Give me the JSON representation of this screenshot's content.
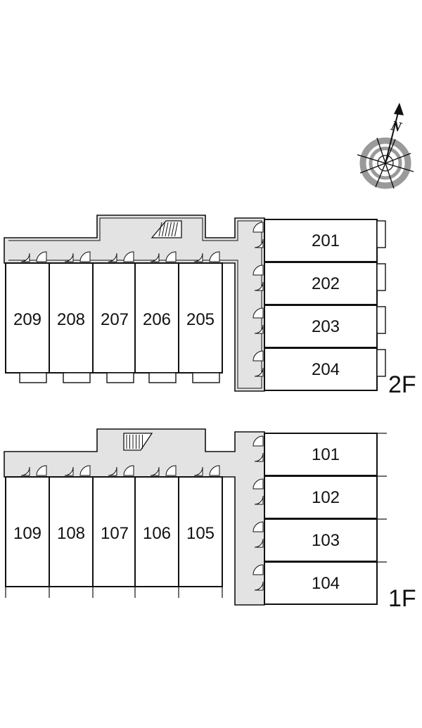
{
  "compass": {
    "north_label": "N",
    "icon": "compass-rose"
  },
  "floors": [
    {
      "id": "2F",
      "label": "2F",
      "left_rooms": [
        "209",
        "208",
        "207",
        "206",
        "205"
      ],
      "right_rooms": [
        "201",
        "202",
        "203",
        "204"
      ]
    },
    {
      "id": "1F",
      "label": "1F",
      "left_rooms": [
        "109",
        "108",
        "107",
        "106",
        "105"
      ],
      "right_rooms": [
        "101",
        "102",
        "103",
        "104"
      ]
    }
  ],
  "colors": {
    "corridor": "#e3e3e3",
    "wall": "#111111",
    "compass_ring": "#9a9a9a"
  }
}
